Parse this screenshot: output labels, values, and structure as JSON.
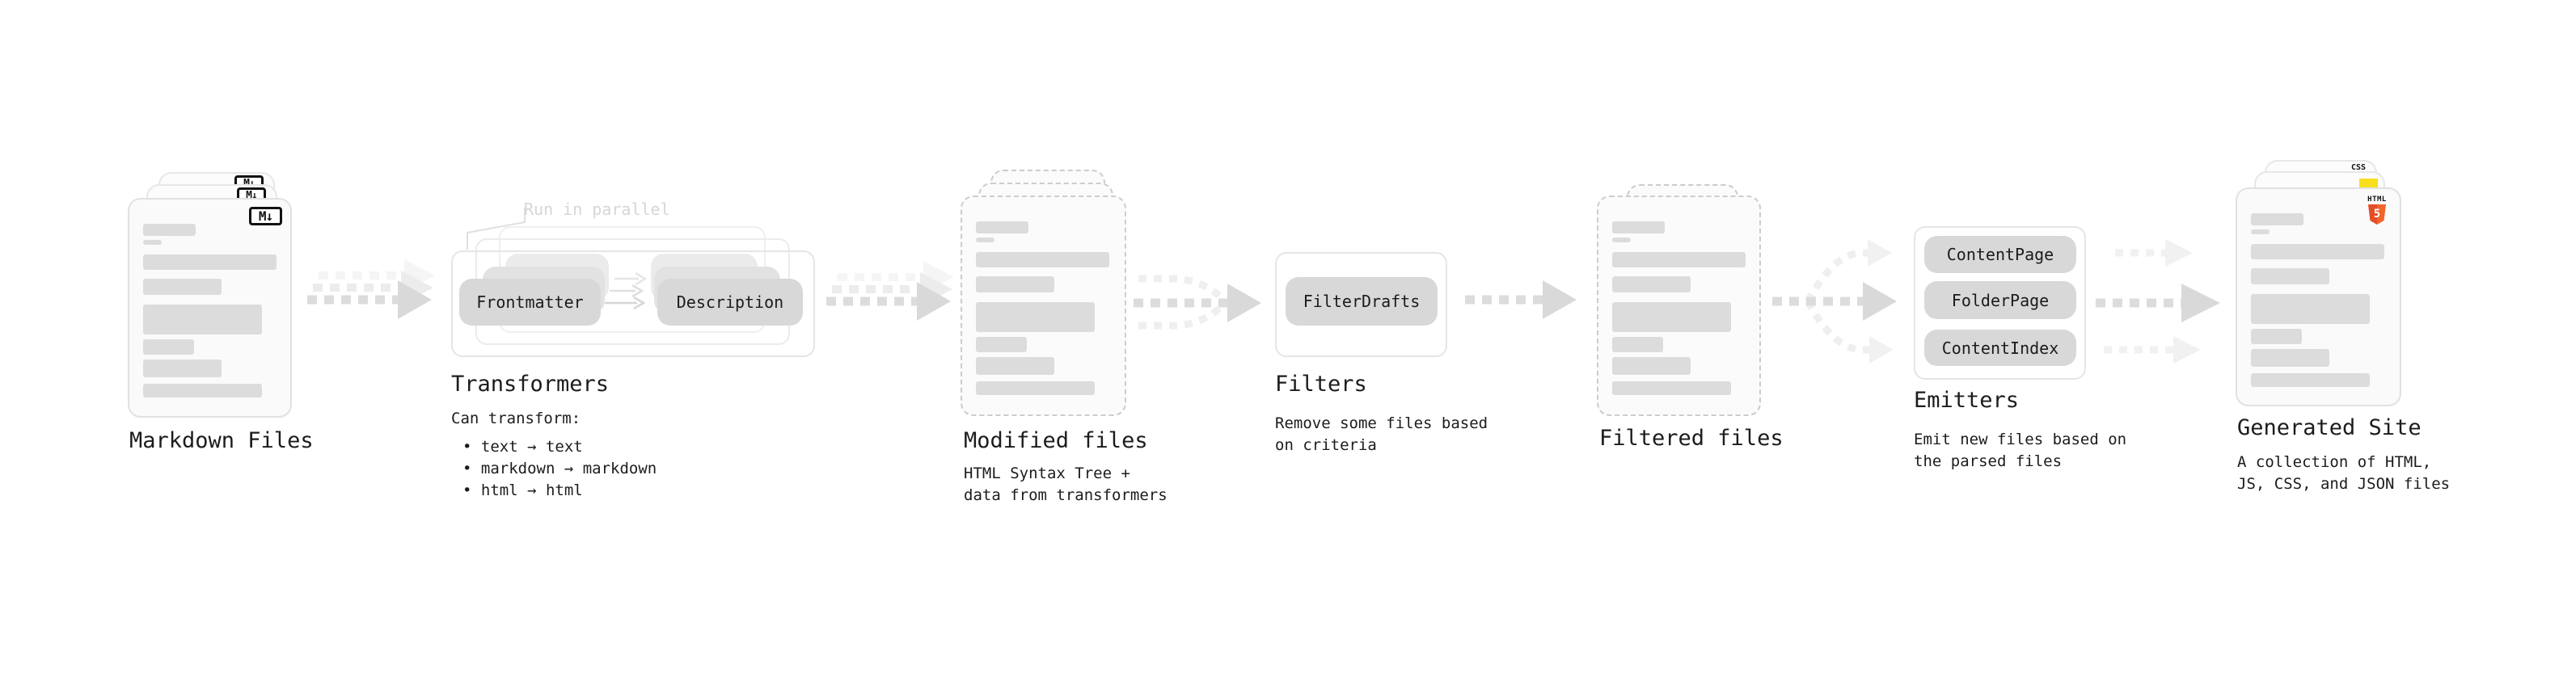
{
  "stages": [
    {
      "name": "markdown-files",
      "label": "Markdown Files",
      "badge": "M↓"
    },
    {
      "name": "transformers",
      "label": "Transformers",
      "annotation": "Run in parallel",
      "pills": [
        "Frontmatter",
        "Description"
      ],
      "desc": [
        "Can transform:",
        "• text → text",
        "• markdown → markdown",
        "• html → html"
      ]
    },
    {
      "name": "modified-files",
      "label": "Modified files",
      "desc": [
        "HTML Syntax Tree +",
        "data from transformers"
      ]
    },
    {
      "name": "filters",
      "label": "Filters",
      "pills": [
        "FilterDrafts"
      ],
      "desc": [
        "Remove some files based",
        "on criteria"
      ]
    },
    {
      "name": "filtered-files",
      "label": "Filtered files"
    },
    {
      "name": "emitters",
      "label": "Emitters",
      "pills": [
        "ContentPage",
        "FolderPage",
        "ContentIndex"
      ],
      "desc": [
        "Emit new files based on",
        "the parsed files"
      ]
    },
    {
      "name": "generated-site",
      "label": "Generated Site",
      "desc": [
        "A collection of HTML,",
        "JS, CSS, and JSON files"
      ],
      "badges": {
        "html_label": "HTML",
        "html_number": "5",
        "css_label": "CSS"
      }
    }
  ],
  "colors": {
    "pill_bg": "#d8d8d8",
    "pill_text": "#1b1b1b",
    "bar": "#dcdcdc",
    "card_bg": "#fafafa",
    "card_border": "#e1e1e1",
    "dashed_border": "#cccccc",
    "box_border": "#e5e5e5",
    "arrow": "#dcdcdc",
    "arrow_head": "#d9d9d9",
    "annotation": "#d6d6d6",
    "text": "#1c1c1c",
    "html5_orange": "#e44d26",
    "html5_orange_light": "#f16529",
    "js_yellow": "#f7df1e",
    "css_blue": "#2965f1",
    "badge_border": "#111111"
  }
}
